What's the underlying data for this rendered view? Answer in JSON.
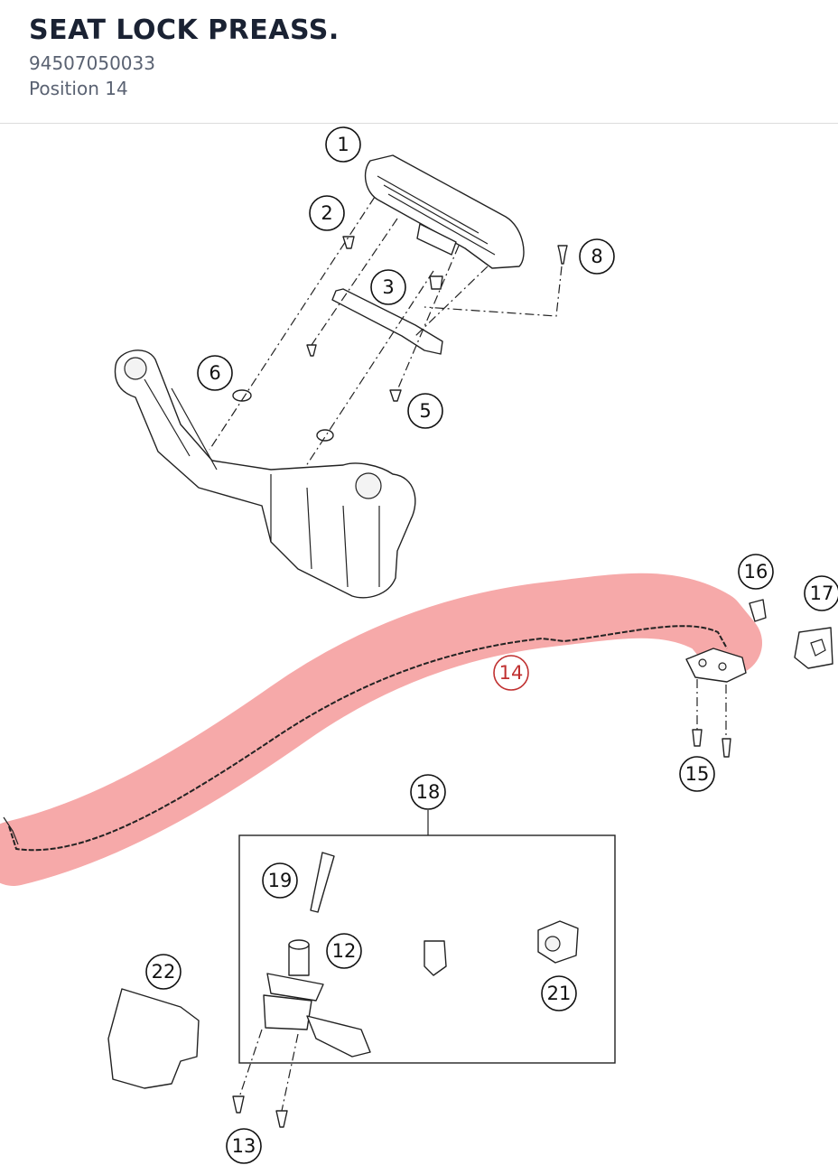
{
  "header": {
    "title": "SEAT LOCK PREASS.",
    "part_number": "94507050033",
    "position": "Position 14"
  },
  "highlight_color": "#f59a9a",
  "callouts": [
    {
      "id": "c1",
      "label": "1"
    },
    {
      "id": "c2",
      "label": "2"
    },
    {
      "id": "c3",
      "label": "3"
    },
    {
      "id": "c5",
      "label": "5"
    },
    {
      "id": "c6",
      "label": "6"
    },
    {
      "id": "c8",
      "label": "8"
    },
    {
      "id": "c12",
      "label": "12"
    },
    {
      "id": "c13",
      "label": "13"
    },
    {
      "id": "c14",
      "label": "14"
    },
    {
      "id": "c15",
      "label": "15"
    },
    {
      "id": "c16",
      "label": "16"
    },
    {
      "id": "c17",
      "label": "17"
    },
    {
      "id": "c18",
      "label": "18"
    },
    {
      "id": "c19",
      "label": "19"
    },
    {
      "id": "c21",
      "label": "21"
    },
    {
      "id": "c22",
      "label": "22"
    }
  ],
  "selected_callout": "14"
}
